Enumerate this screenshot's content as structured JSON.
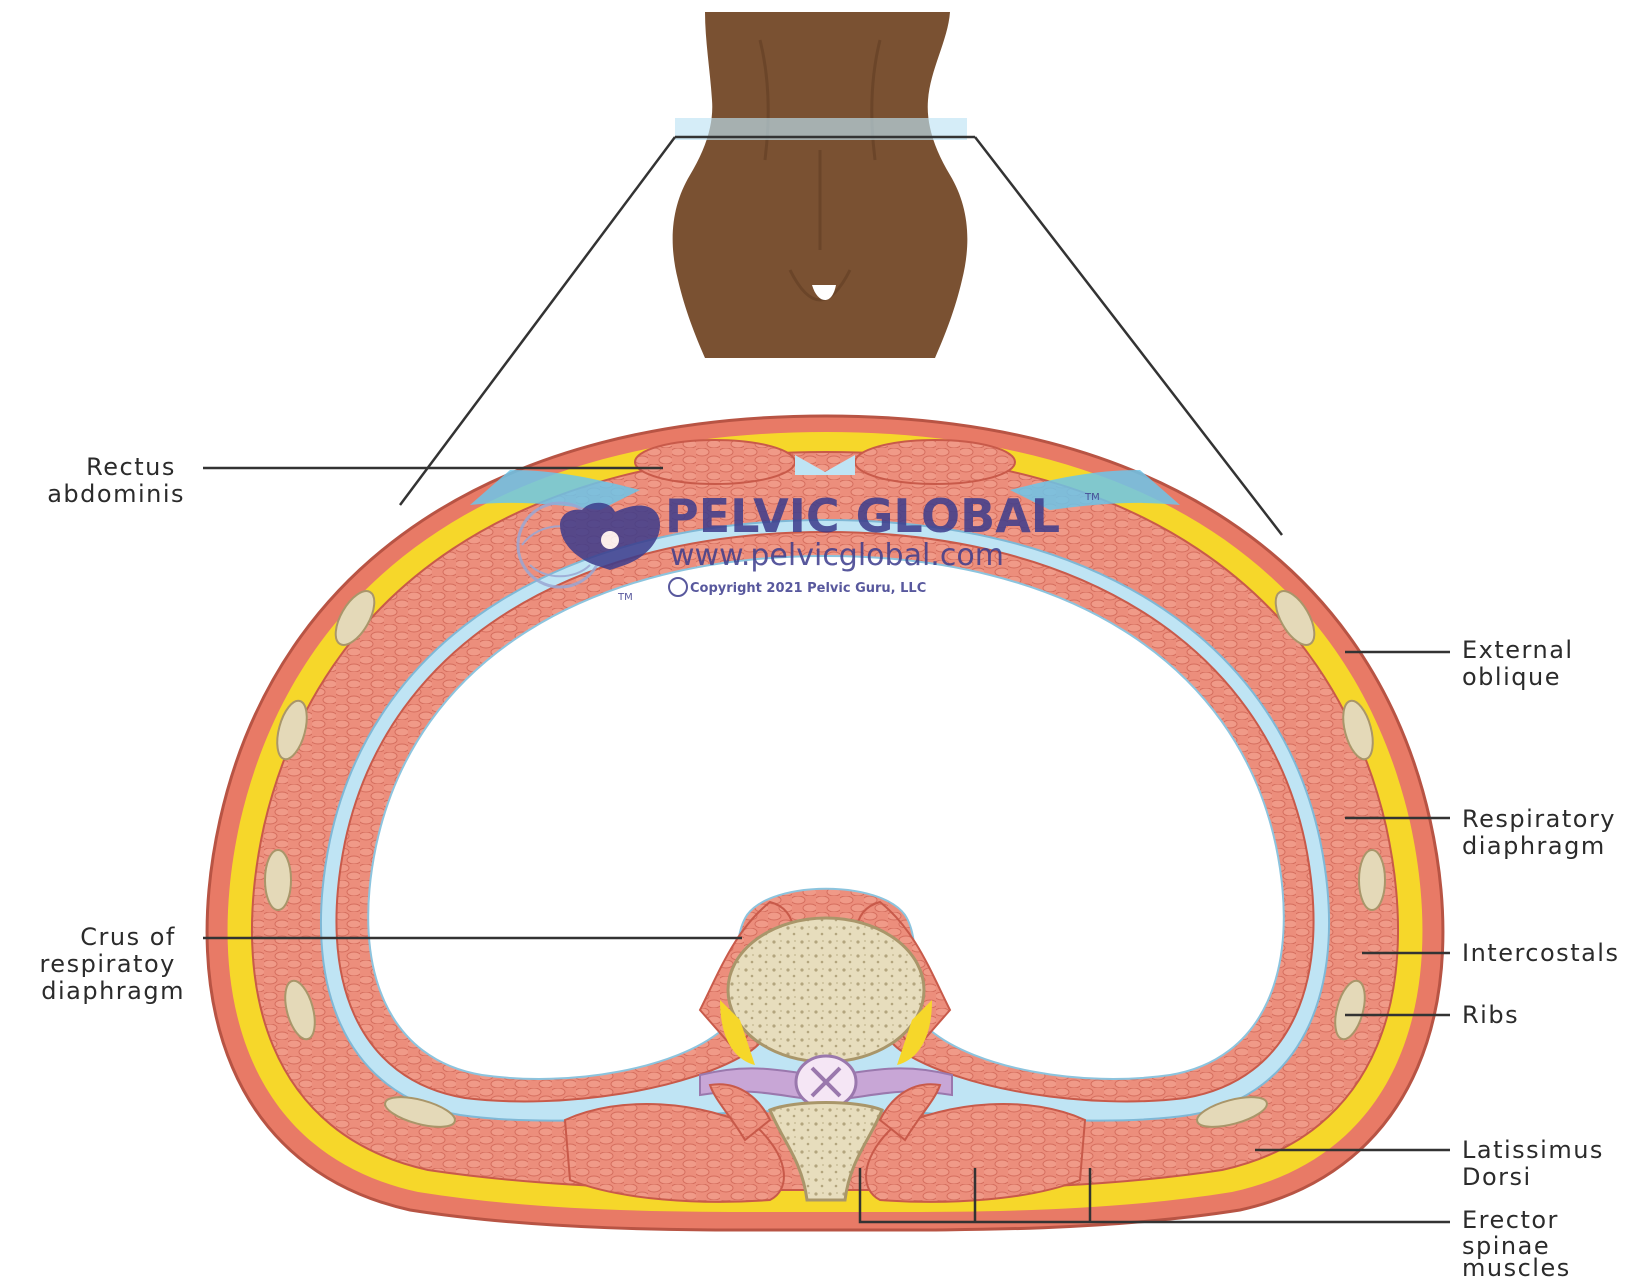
{
  "labels": {
    "rectus": [
      "Rectus",
      "abdominis"
    ],
    "external_oblique": [
      "External",
      "oblique"
    ],
    "respiratory_diaphragm": [
      "Respiratory",
      "diaphragm"
    ],
    "crus": [
      "Crus of",
      "respiratoy",
      "diaphragm"
    ],
    "intercostals": "Intercostals",
    "ribs": "Ribs",
    "latissimus": [
      "Latissimus",
      "Dorsi"
    ],
    "erector": [
      "Erector",
      "spinae",
      "muscles"
    ]
  },
  "watermark": {
    "title": "PELVIC GLOBAL",
    "url": "www.pelvicglobal.com",
    "copyright": "Copyright 2021 Pelvic Guru, LLC",
    "tm": "TM"
  },
  "colors": {
    "skin": "#7a5132",
    "skin_shadow": "#5e3c22",
    "dermis": "#e87a66",
    "fat": "#f6d72a",
    "muscle": "#ec8e7c",
    "muscle_line": "#c85a4a",
    "fascia": "#bfe4f4",
    "fascia_blue": "#6cc5ea",
    "bone": "#e4d9b8",
    "bone_edge": "#a9966a",
    "nerve": "#c8a6d6",
    "watermark": "#3c3c8c"
  }
}
